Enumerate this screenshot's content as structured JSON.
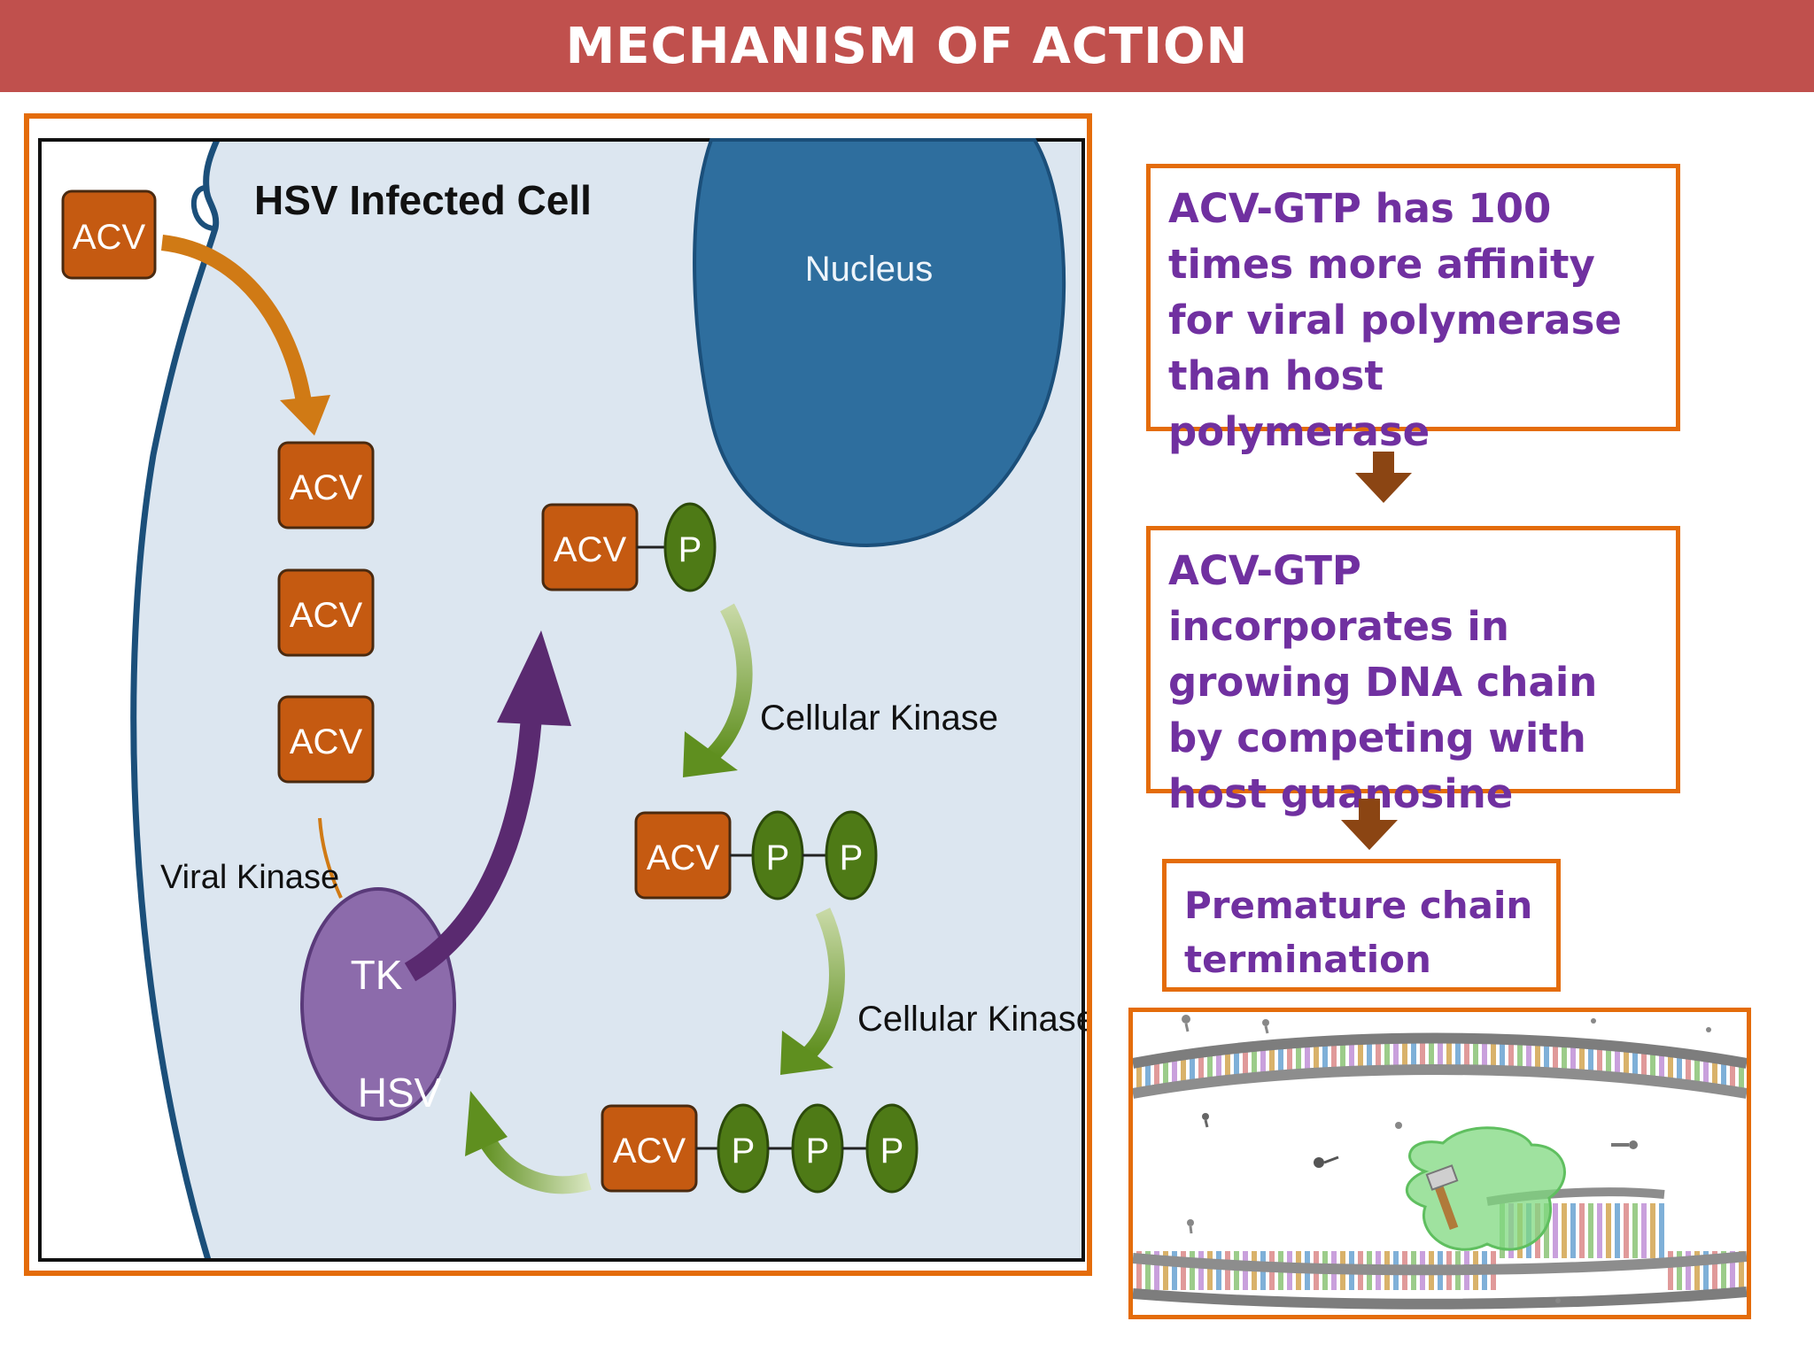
{
  "header": {
    "title": "MECHANISM OF ACTION"
  },
  "diagram": {
    "cell_label": "HSV Infected Cell",
    "nucleus_label": "Nucleus",
    "acv": "ACV",
    "phosphate": "P",
    "viral_kinase": "Viral Kinase",
    "cellular_kinase_1": "Cellular Kinase",
    "cellular_kinase_2": "Cellular Kinase",
    "tk": "TK",
    "hsv": "HSV"
  },
  "steps": [
    {
      "text": "ACV-GTP has 100 times more affinity for viral polymerase than host polymerase"
    },
    {
      "text": "ACV-GTP incorporates in growing DNA chain by competing with host guanosine"
    },
    {
      "text": "Premature chain termination"
    }
  ],
  "colors": {
    "banner": "#c0504d",
    "frame": "#e46c0a",
    "step_text": "#7030a0",
    "acv_box": "#c55a11",
    "phosphate": "#4e7a16",
    "nucleus": "#2e6e9e",
    "cell_bg": "#dce6f0",
    "tk_hsv": "#8c6bab",
    "arrow_brown": "#8b4513"
  }
}
